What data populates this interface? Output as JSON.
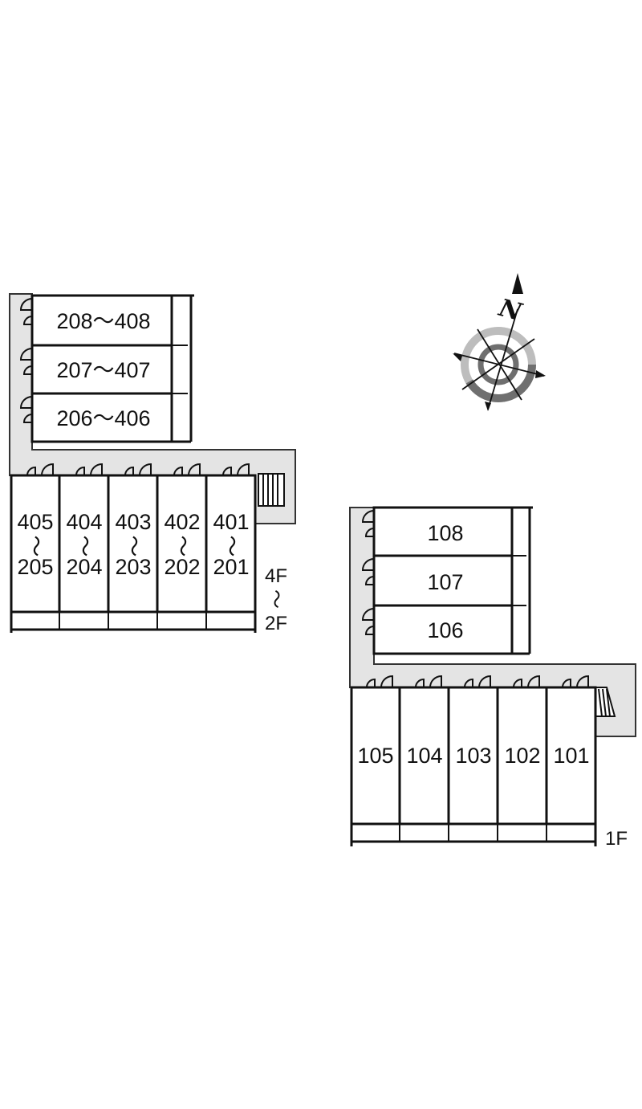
{
  "upper_block": {
    "side_units": [
      "208～408",
      "207～407",
      "206～406"
    ],
    "front_units": [
      {
        "top": "405",
        "sep": "～",
        "bottom": "205"
      },
      {
        "top": "404",
        "sep": "～",
        "bottom": "204"
      },
      {
        "top": "403",
        "sep": "～",
        "bottom": "203"
      },
      {
        "top": "402",
        "sep": "～",
        "bottom": "202"
      },
      {
        "top": "401",
        "sep": "～",
        "bottom": "201"
      }
    ],
    "floor_label": {
      "top": "4F",
      "sep": "～",
      "bottom": "2F"
    }
  },
  "lower_block": {
    "side_units": [
      "108",
      "107",
      "106"
    ],
    "front_units": [
      "105",
      "104",
      "103",
      "102",
      "101"
    ],
    "floor_label": "1F"
  },
  "compass": {
    "north_label": "N",
    "icon": "compass-icon"
  },
  "colors": {
    "corridor": "#e4e4e4",
    "lines": "#111111",
    "compass_dark": "#6f6f6f",
    "compass_light": "#bdbdbd"
  }
}
